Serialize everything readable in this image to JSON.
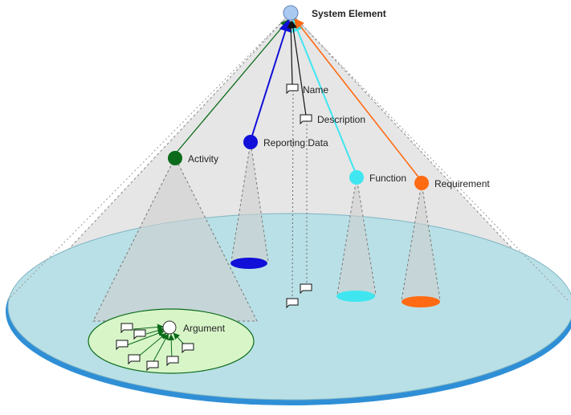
{
  "diagram": {
    "labels": {
      "system_element": "System Element",
      "name": "Name",
      "description": "Description",
      "activity": "Activity",
      "reporting_data": "Reporting Data",
      "function": "Function",
      "requirement": "Requirement",
      "argument": "Argument"
    },
    "colors": {
      "system_element": "#a9c9f0",
      "activity": "#0b6b1a",
      "reporting_data": "#1010d8",
      "function": "#3fe6f0",
      "requirement": "#ff6a12",
      "base_disc": "#b9e0e6",
      "base_rim": "#2f8fd6",
      "argument_disc": "#d8f5c8"
    },
    "icons": [
      "circle-node-icon",
      "document-icon",
      "arrow-icon"
    ]
  }
}
